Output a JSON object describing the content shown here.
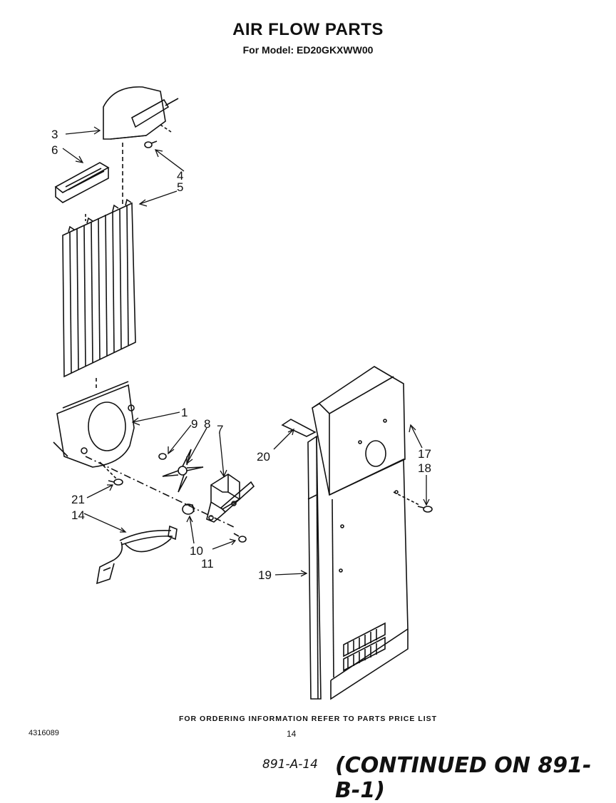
{
  "header": {
    "title": "AIR FLOW PARTS",
    "subtitle": "For Model: ED20GKXWW00"
  },
  "callouts": [
    "3",
    "6",
    "4",
    "5",
    "1",
    "9",
    "8",
    "7",
    "20",
    "17",
    "18",
    "21",
    "14",
    "10",
    "11",
    "19"
  ],
  "footer": {
    "ordering_note": "FOR ORDERING INFORMATION REFER TO PARTS PRICE LIST",
    "doc_number": "4316089",
    "page_number": "14",
    "handwritten_ref": "891-A-14",
    "continued_note": "(CONTINUED ON 891-B-1)"
  }
}
